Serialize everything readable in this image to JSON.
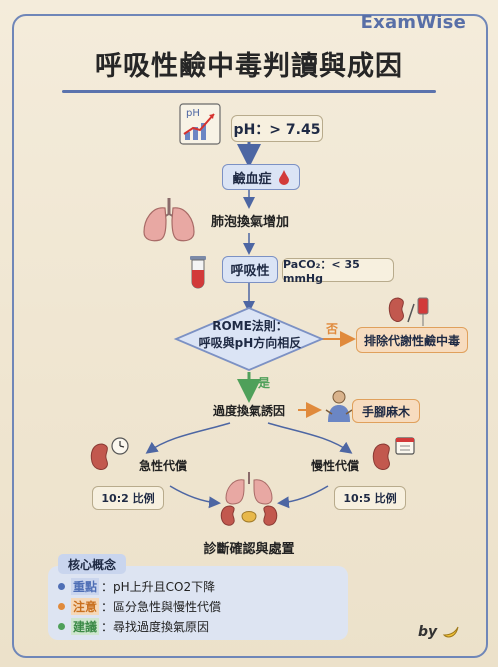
{
  "brand": "ExamWise",
  "title": "呼吸性鹼中毒判讀與成因",
  "flow": {
    "ph": "pH：> 7.45",
    "alkalemia": "鹼血症",
    "alveolar": "肺泡換氣增加",
    "respiratory": "呼吸性",
    "paco2": "PaCO₂：< 35 mmHg",
    "rome_line1": "ROME法則：",
    "rome_line2": "呼吸與pH方向相反",
    "no_label": "否",
    "metabolic": "排除代謝性鹼中毒",
    "yes_label": "是",
    "hyperventilation": "過度換氣誘因",
    "numbness": "手腳麻木",
    "acute": "急性代償",
    "acute_ratio": "10:2 比例",
    "chronic": "慢性代償",
    "chronic_ratio": "10:5 比例",
    "diagnosis": "診斷確認與處置"
  },
  "core": {
    "title": "核心概念",
    "items": [
      {
        "key": "重點",
        "text": "pH上升且CO2下降",
        "color": "#4f6fb6"
      },
      {
        "key": "注意",
        "text": "區分急性與慢性代償",
        "color": "#e08a3c"
      },
      {
        "key": "建議",
        "text": "尋找過度換氣原因",
        "color": "#4fa05a"
      }
    ]
  },
  "byline": "by",
  "colors": {
    "accent_blue": "#5b73ad",
    "accent_orange": "#e08a3c",
    "accent_green": "#4fa05a"
  }
}
